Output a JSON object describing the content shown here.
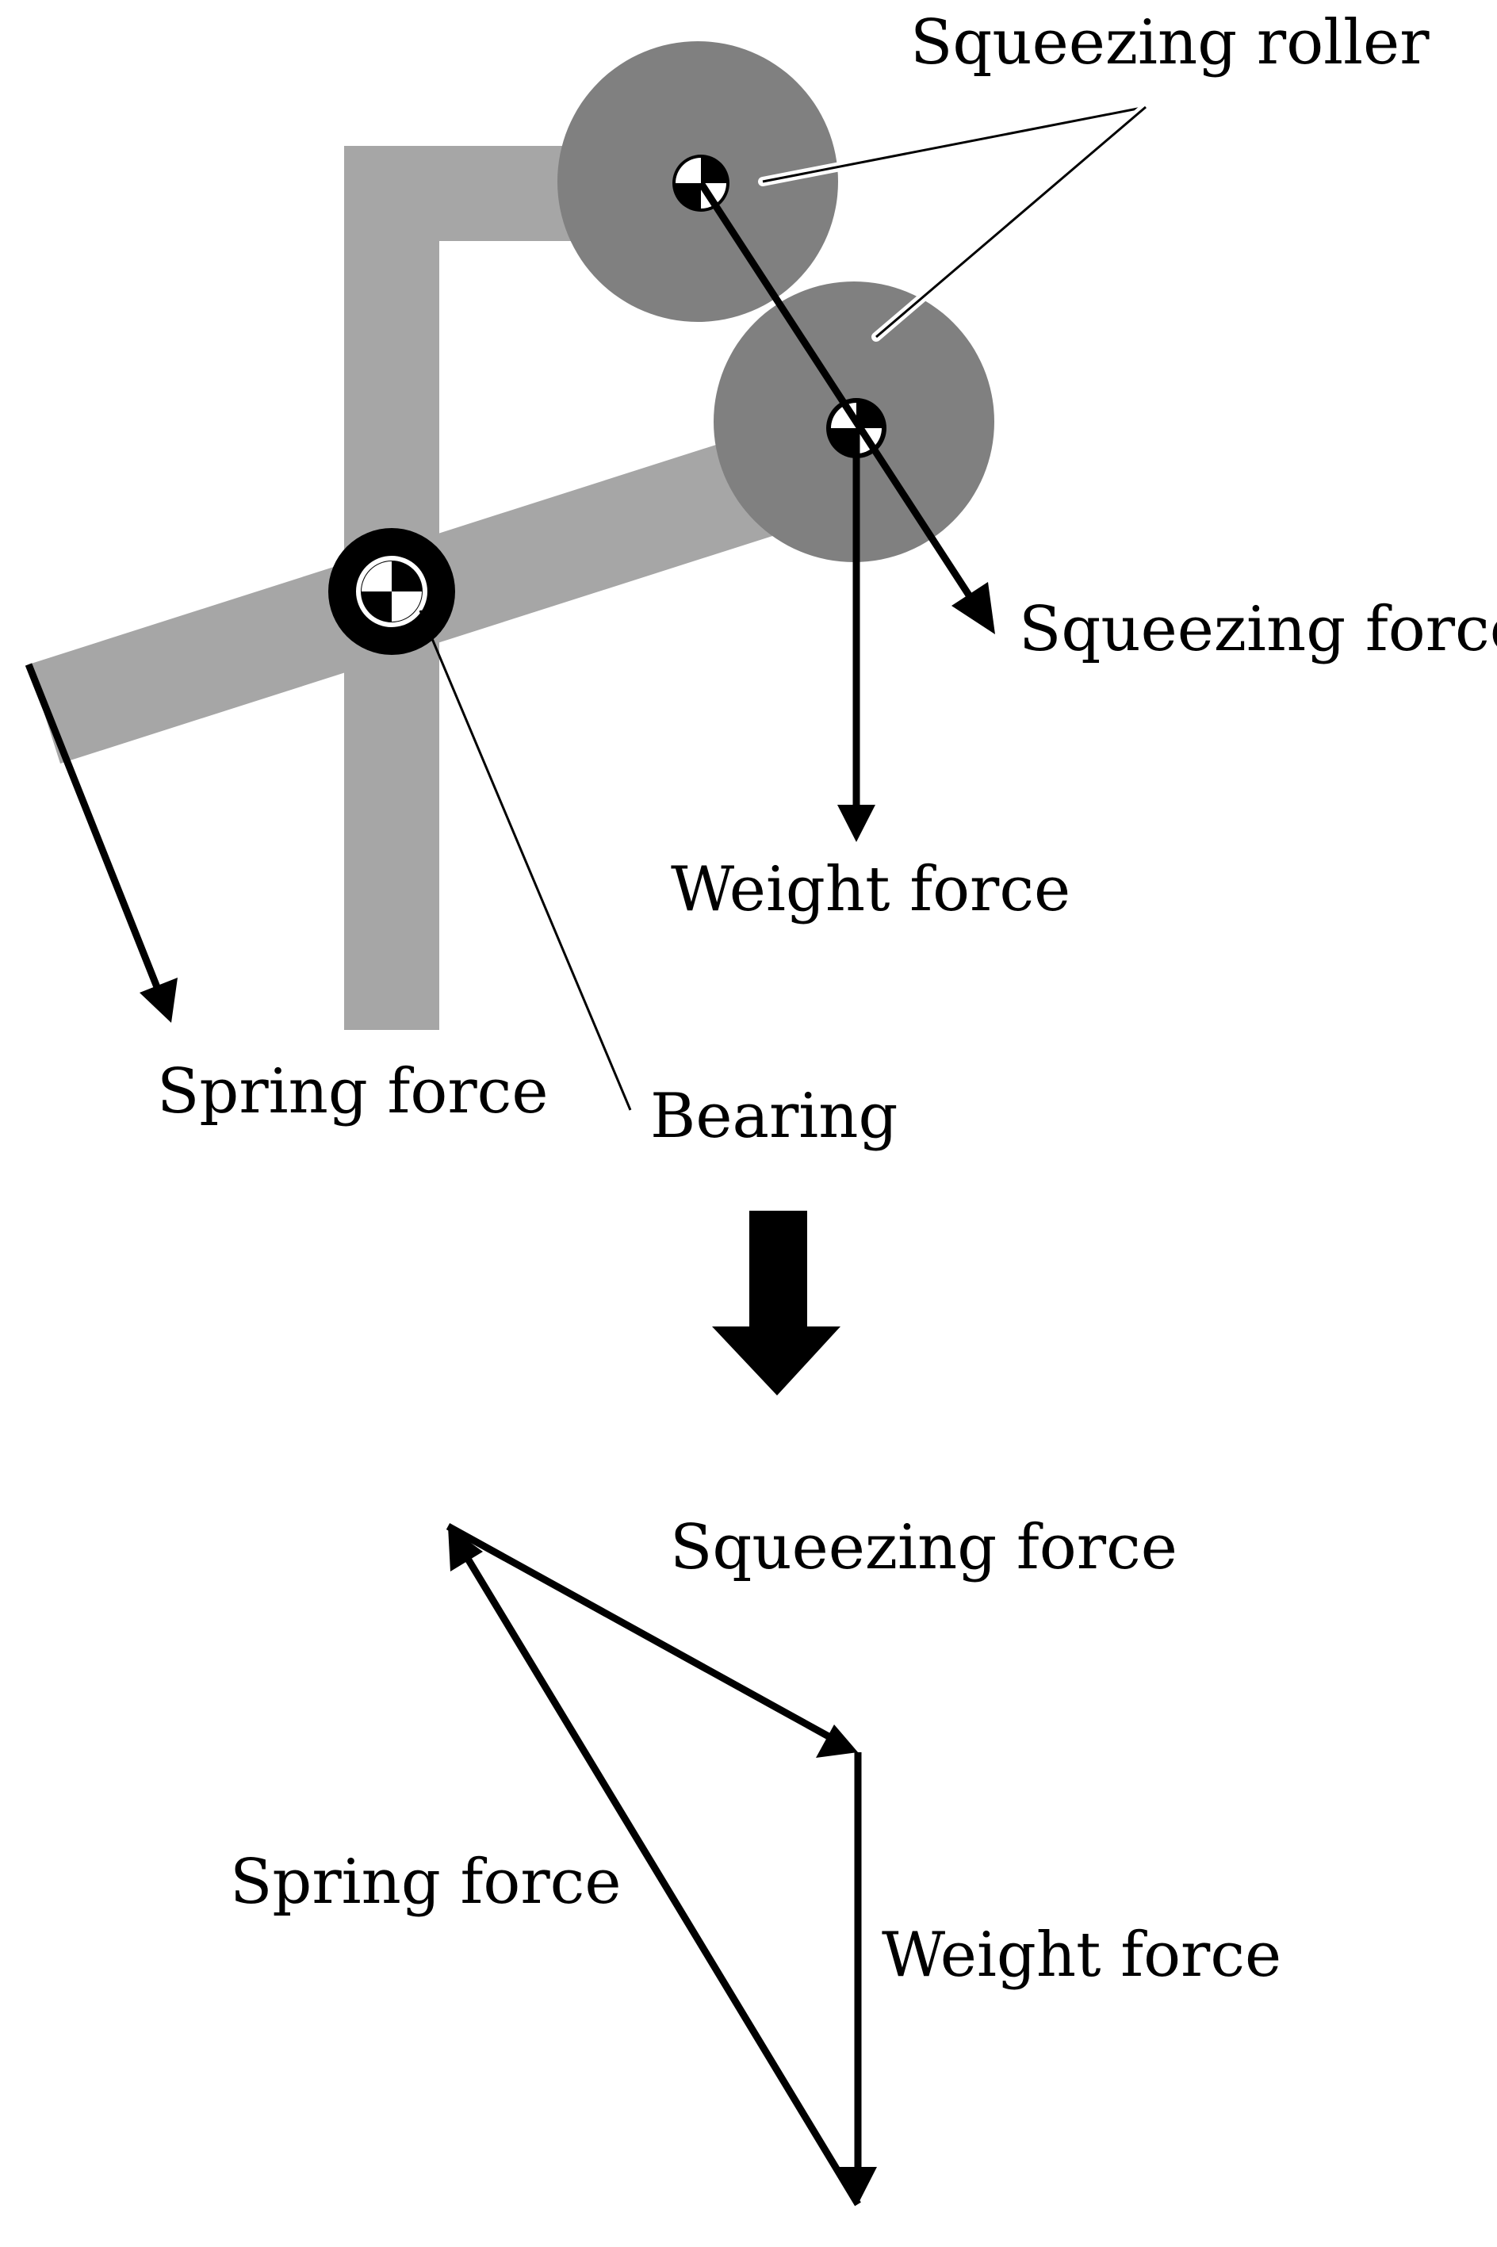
{
  "labels": {
    "squeezing_roller": "Squeezing roller",
    "squeezing_force_top": "Squeezing force",
    "weight_force_top": "Weight force",
    "spring_force_top": "Spring force",
    "bearing": "Bearing",
    "squeezing_force_bottom": "Squeezing force",
    "spring_force_bottom": "Spring force",
    "weight_force_bottom": "Weight force"
  },
  "colors": {
    "frame": "#a6a6a6",
    "roller": "#808080",
    "ink": "#000000",
    "background": "#ffffff"
  }
}
